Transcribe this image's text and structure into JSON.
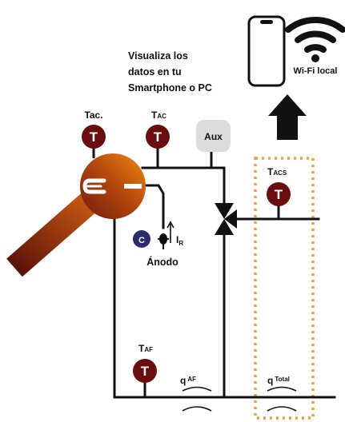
{
  "caption": {
    "line1": "Visualiza los",
    "line2": "datos en tu",
    "line3": "Smartphone o PC"
  },
  "wifi": {
    "label": "Wi-Fi local"
  },
  "aux": {
    "label": "Aux"
  },
  "anode": {
    "label": "Ánodo",
    "badge": "C"
  },
  "current": {
    "main": "I",
    "sub": "R"
  },
  "sensors": {
    "tac": {
      "letter": "T",
      "label": "Tac."
    },
    "t_ac": {
      "letter": "T",
      "label_main": "T",
      "label_sub": "AC"
    },
    "t_acs": {
      "letter": "T",
      "label_main": "T",
      "label_sub": "ACS"
    },
    "t_af": {
      "letter": "T",
      "label_main": "T",
      "label_sub": "AF"
    }
  },
  "flow_meters": {
    "q_af": {
      "main": "q",
      "sub": "AF"
    },
    "q_total": {
      "main": "q",
      "sub": "Total"
    }
  },
  "colors": {
    "sensor_fill": "#6b0d0d",
    "tank_light": "#e8820e",
    "tank_dark": "#6e1a0e",
    "dotted_box": "#f0a030",
    "pipe": "#111111",
    "aux_fill": "#dcdcdc"
  },
  "icons": [
    "smartphone-icon",
    "wifi-icon",
    "up-arrow-icon",
    "anode-icon",
    "three-way-valve-icon"
  ]
}
